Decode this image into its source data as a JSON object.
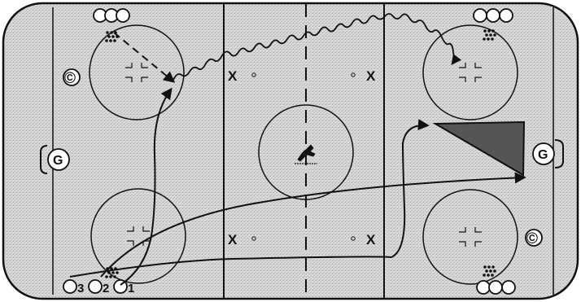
{
  "rink": {
    "background_color": "#d6d6d6",
    "line_color": "#111111",
    "shaded_zone_color": "#555555"
  },
  "labels": {
    "goalie_left": "G",
    "goalie_right": "G",
    "coach_left": "©",
    "coach_right": "©",
    "x_marker": "X",
    "player_1": "1",
    "player_2": "2",
    "player_3": "3"
  },
  "icons": {
    "puck_pile": "puck-pile-icon",
    "center_logo": "skater-logo-icon",
    "pylon": "cone-icon"
  }
}
